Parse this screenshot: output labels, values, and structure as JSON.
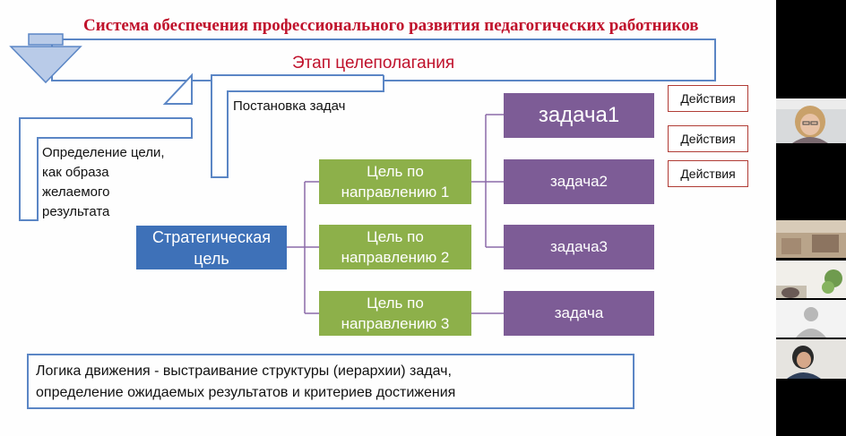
{
  "slide": {
    "title": "Система обеспечения профессионального развития педагогических работников",
    "stage_title": "Этап целеполагания",
    "label_tasks": "Постановка задач",
    "label_goal_def": "Определение цели,\nкак образа\nжелаемого\nрезультата",
    "strategic_goal": "Стратегическая\nцель",
    "goals": [
      "Цель по\nнаправлению 1",
      "Цель по\nнаправлению 2",
      "Цель по\nнаправлению 3"
    ],
    "tasks": [
      "задача1",
      "задача2",
      "задача3",
      "задача"
    ],
    "actions": [
      "Действия",
      "Действия",
      "Действия"
    ],
    "logic_text": "Логика движения - выстраивание структуры (иерархии) задач,\nопределение ожидаемых результатов и критериев достижения"
  },
  "colors": {
    "title_red": "#c0122c",
    "outline_blue": "#5b86c5",
    "green": "#8db04a",
    "purple": "#7d5c96",
    "strategic_blue": "#3e71b8",
    "actions_border": "#b03c35"
  },
  "participants": [
    {
      "kind": "video",
      "avatar": "woman-with-glasses"
    },
    {
      "kind": "video",
      "avatar": "room"
    },
    {
      "kind": "video",
      "avatar": "room-with-plant"
    },
    {
      "kind": "placeholder",
      "avatar": "default-user-icon"
    },
    {
      "kind": "video",
      "avatar": "woman-with-dark-hair"
    }
  ]
}
